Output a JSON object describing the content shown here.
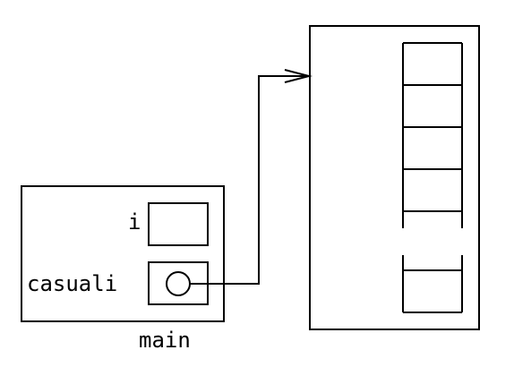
{
  "frames": {
    "main": {
      "label": "main",
      "variables": [
        {
          "name": "i",
          "kind": "value"
        },
        {
          "name": "casuali",
          "kind": "reference"
        }
      ]
    },
    "heap_array": {
      "cells_top_group": 4,
      "cells_bottom_group": 1,
      "ellipsis_gap": true
    }
  },
  "colors": {
    "stroke": "#000000",
    "background": "#ffffff"
  }
}
